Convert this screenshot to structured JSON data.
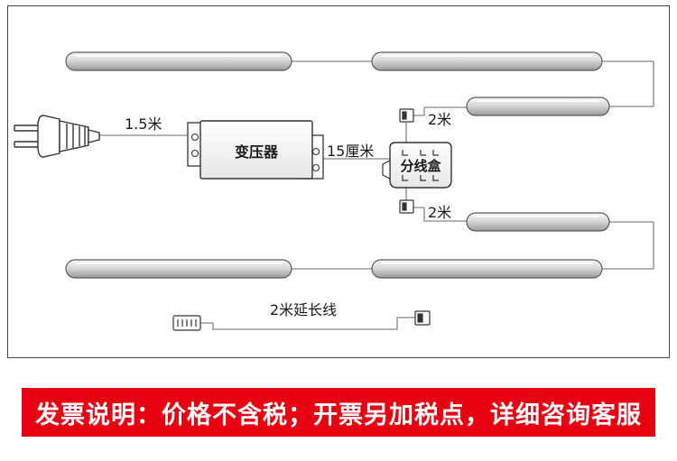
{
  "diagram": {
    "plug_cable_label": "1.5米",
    "transformer_label": "变压器",
    "short_cable_label": "15厘米",
    "junction_box_label": "分线盒",
    "upper_branch_label": "2米",
    "lower_branch_label": "2米",
    "extension_cable_label": "2米延长线"
  },
  "notice": {
    "text": "发票说明：价格不含税；开票另加税点，详细咨询客服",
    "background": "#e60012",
    "color": "#ffffff"
  }
}
